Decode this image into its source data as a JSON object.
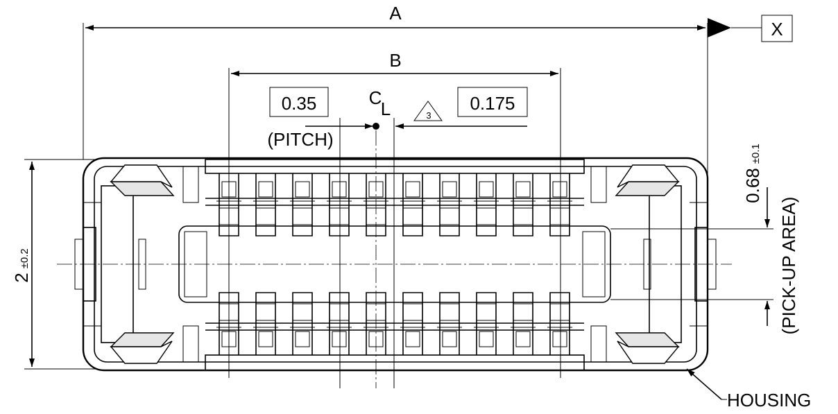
{
  "drawing": {
    "dim_a_label": "A",
    "dim_b_label": "B",
    "datum_label": "X",
    "pitch_value": "0.35",
    "pitch_note": "(PITCH)",
    "offset_value": "0.175",
    "centerline_top": "C",
    "centerline_bottom": "L",
    "note_number": "3",
    "height_value": "2",
    "height_tol": "±0.2",
    "pickup_value": "0.68",
    "pickup_tol": "±0.1",
    "pickup_note": "(PICK-UP AREA)",
    "housing_label": "HOUSING",
    "pin_count_per_row": 10
  }
}
